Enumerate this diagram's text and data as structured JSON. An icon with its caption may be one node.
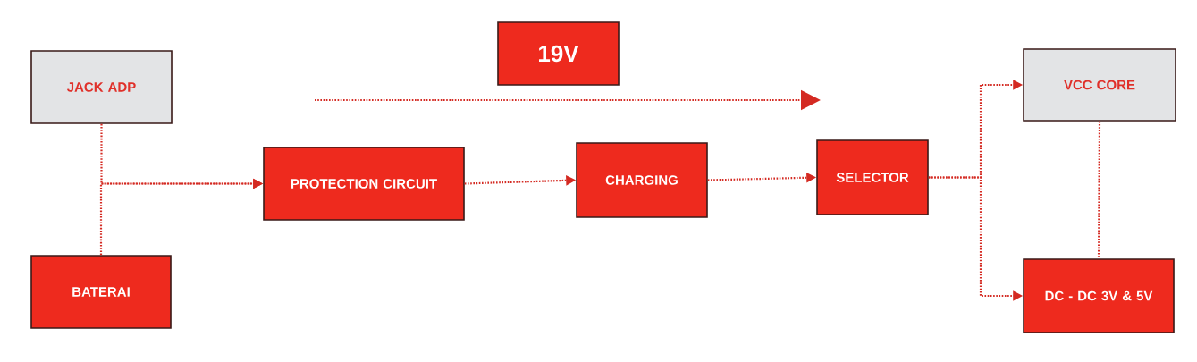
{
  "diagram": {
    "nodes": [
      {
        "text": [
          "JACK ADP"
        ]
      },
      {
        "text": [
          "BATERAI"
        ]
      },
      {
        "text": [
          "PROTECTION CIRCUIT"
        ]
      },
      {
        "text": [
          "CHARGING"
        ]
      },
      {
        "text": [
          "SELECTOR"
        ]
      },
      {
        "text": [
          "VCC CORE"
        ]
      },
      {
        "text": [
          "DC - DC 3V & 5V"
        ]
      },
      {
        "text": [
          "19V"
        ]
      }
    ],
    "edges": [
      {
        "from": 0,
        "to": 2,
        "arrow": "to"
      },
      {
        "from": 1,
        "to": 2,
        "arrow": "to"
      },
      {
        "from": 2,
        "to": 3,
        "arrow": "to"
      },
      {
        "from": 3,
        "to": 4,
        "arrow": "to"
      },
      {
        "from": 4,
        "to": 5,
        "arrow": "to"
      },
      {
        "from": 4,
        "to": 6,
        "arrow": "to"
      },
      {
        "from": 5,
        "to": 6,
        "arrow": "none"
      }
    ]
  }
}
